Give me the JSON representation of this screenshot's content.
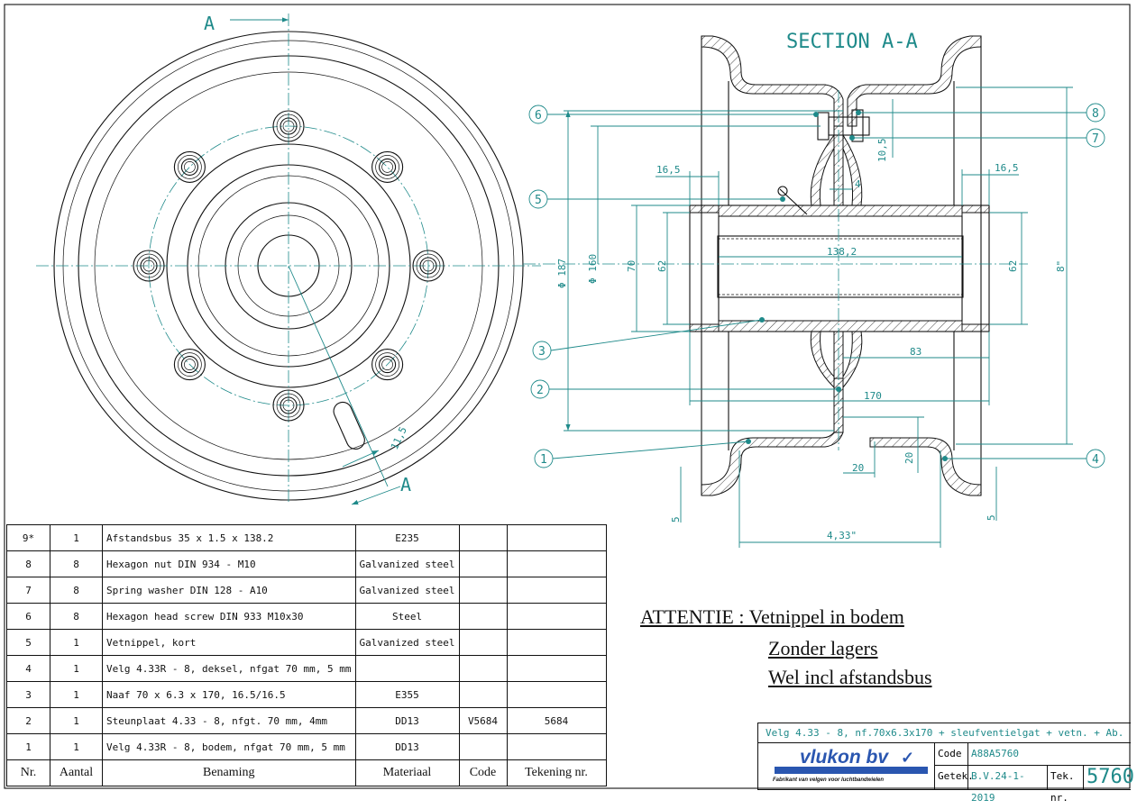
{
  "drawing": {
    "section_title": "SECTION A-A",
    "section_marks": [
      "A",
      "A"
    ],
    "dimensions": {
      "d187": "Φ 187",
      "d160": "Φ 160",
      "h70": "70",
      "h62_left": "62",
      "h62_right": "62",
      "w16_5_left": "16,5",
      "w16_5_right": "16,5",
      "t4": "4",
      "t10_5": "10,5",
      "l138_2": "138,2",
      "l83": "83",
      "l170": "170",
      "w20": "20",
      "h20": "20",
      "t5_left": "5",
      "t5_right": "5",
      "w4_33": "4,33\"",
      "d8": "8\"",
      "slot11_5": "11,5"
    },
    "balloons": [
      "1",
      "2",
      "3",
      "4",
      "5",
      "6",
      "7",
      "8"
    ]
  },
  "notes": [
    "ATTENTIE : Vetnippel in bodem",
    "Zonder lagers",
    "Wel incl afstandsbus"
  ],
  "parts_list": {
    "headers": [
      "Nr.",
      "Aantal",
      "Benaming",
      "Materiaal",
      "Code",
      "Tekening nr."
    ],
    "rows": [
      {
        "nr": "9*",
        "qty": "1",
        "name": "Afstandsbus 35 x 1.5 x 138.2",
        "material": "E235",
        "code": "",
        "drawing": ""
      },
      {
        "nr": "8",
        "qty": "8",
        "name": "Hexagon nut DIN 934 - M10",
        "material": "Galvanized steel",
        "code": "",
        "drawing": ""
      },
      {
        "nr": "7",
        "qty": "8",
        "name": "Spring washer DIN 128 - A10",
        "material": "Galvanized steel",
        "code": "",
        "drawing": ""
      },
      {
        "nr": "6",
        "qty": "8",
        "name": "Hexagon head screw DIN 933 M10x30",
        "material": "Steel",
        "code": "",
        "drawing": ""
      },
      {
        "nr": "5",
        "qty": "1",
        "name": "Vetnippel, kort",
        "material": "Galvanized steel",
        "code": "",
        "drawing": ""
      },
      {
        "nr": "4",
        "qty": "1",
        "name": "Velg 4.33R - 8, deksel,  nfgat 70 mm, 5 mm",
        "material": "",
        "code": "",
        "drawing": ""
      },
      {
        "nr": "3",
        "qty": "1",
        "name": "Naaf  70 x 6.3 x 170,  16.5/16.5",
        "material": "E355",
        "code": "",
        "drawing": ""
      },
      {
        "nr": "2",
        "qty": "1",
        "name": "Steunplaat 4.33 - 8,  nfgt. 70 mm, 4mm",
        "material": "DD13",
        "code": "V5684",
        "drawing": "5684"
      },
      {
        "nr": "1",
        "qty": "1",
        "name": "Velg 4.33R - 8, bodem, nfgat 70 mm,  5 mm",
        "material": "DD13",
        "code": "",
        "drawing": ""
      }
    ]
  },
  "title_block": {
    "description": "Velg 4.33 - 8,  nf.70x6.3x170 + sleufventielgat + vetn. + Ab.",
    "logo_text": "vlukon bv",
    "logo_tagline": "Fabrikant van velgen voor luchtbandwielen",
    "code_label": "Code",
    "code_value": "A88A5760",
    "drawn_label": "Getek.",
    "drawn_value": "B.V.24-1-2019",
    "drawing_nr_label": "Tek. nr.",
    "drawing_nr_value": "5760"
  },
  "colors": {
    "accent": "#1f8a8a",
    "line": "#111111",
    "logo_blue": "#2a56b0"
  }
}
